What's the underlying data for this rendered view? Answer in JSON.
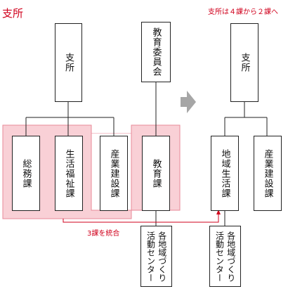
{
  "title": "支所",
  "note": "支所は４課から２課へ",
  "merge_label": "3課を統合",
  "colors": {
    "accent": "#d0001c",
    "highlight_fill": "#f9d0d6",
    "highlight_stroke": "#e88a98",
    "arrow_gray": "#a6a6a6",
    "line": "#222222"
  },
  "before": {
    "branch": "支所",
    "board": "教育委員会",
    "divisions": [
      "総務課",
      "生活福祉課",
      "産業建設課",
      "教育課"
    ],
    "center": "各地域づくり\n活動センター"
  },
  "after": {
    "branch": "支所",
    "divisions": [
      "地域生活課",
      "産業建設課"
    ],
    "center": "各地域づくり\n活動センター"
  }
}
